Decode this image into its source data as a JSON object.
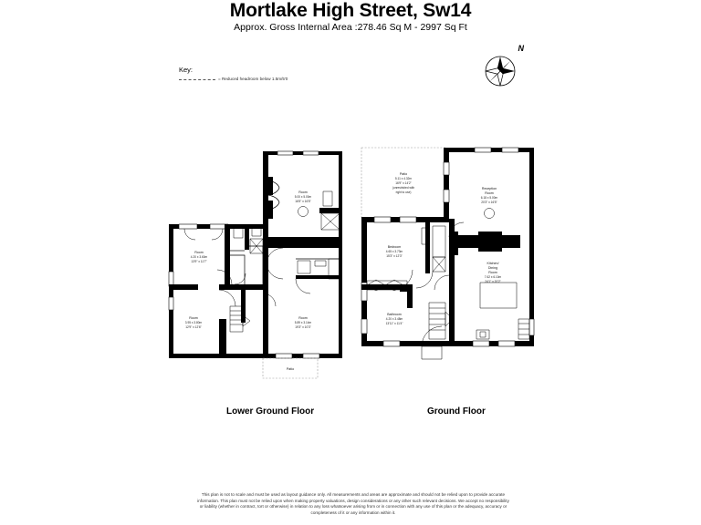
{
  "header": {
    "title": "Mortlake High Street, Sw14",
    "subtitle": "Approx. Gross Internal Area :278.46 Sq M - 2997 Sq Ft"
  },
  "key": {
    "title": "Key:",
    "label": "= Reduced headroom below 1.5m/5'0"
  },
  "compass": {
    "north_label": "N",
    "icon": "compass-rose-icon"
  },
  "floors": [
    {
      "id": "lower-ground",
      "caption": "Lower Ground Floor",
      "rooms": [
        {
          "name": "Room",
          "metric": "5.00 x 5.00m",
          "imperial": "16'5\" x 16'5\""
        },
        {
          "name": "Room",
          "metric": "4.20 x 3.60m",
          "imperial": "13'9\" x 11'7\""
        },
        {
          "name": "Room",
          "metric": "3.95 x 3.80m",
          "imperial": "12'9\" x 12'6\""
        },
        {
          "name": "Room",
          "metric": "5.89 x 3.14m",
          "imperial": "19'3\" x 10'3\""
        },
        {
          "name": "Patio",
          "metric": "",
          "imperial": ""
        }
      ]
    },
    {
      "id": "ground",
      "caption": "Ground Floor",
      "rooms": [
        {
          "name": "Patio",
          "metric": "5.11 x 4.32m",
          "imperial": "16'9\" x 14'2\"",
          "note1": "(unrestricted with",
          "note2": "right to use)"
        },
        {
          "name": "Reception",
          "name2": "Room",
          "metric": "6.18 x 5.00m",
          "imperial": "20'3\" x 16'5\""
        },
        {
          "name": "Bedroom",
          "metric": "4.65 x 3.73m",
          "imperial": "15'3\" x 12'3\""
        },
        {
          "name": "Kitchen/",
          "name2": "Dining",
          "name3": "Room",
          "metric": "7.62 x 6.10m",
          "imperial": "24'1\" x 20'2\""
        },
        {
          "name": "Bathroom",
          "metric": "4.20 x 3.48m",
          "imperial": "13'11\" x 11'4\""
        }
      ]
    }
  ],
  "disclaimer": "This plan is not to scale and must be used as layout guidance only. All measurements and areas are approximate and should not be relied upon to provide accurate information. This plan must not be relied upon when making property valuations, design considerations or any other such relevant decisions. We accept no responsibility or liability (whether in contract, tort or otherwise) in relation to any loss whatsoever arising from or in connection with any use of this plan or the adequacy, accuracy or completeness of it or any information within it.",
  "colors": {
    "wall": "#000000",
    "background": "#ffffff",
    "text": "#000000",
    "dashed_guide": "#999999"
  }
}
